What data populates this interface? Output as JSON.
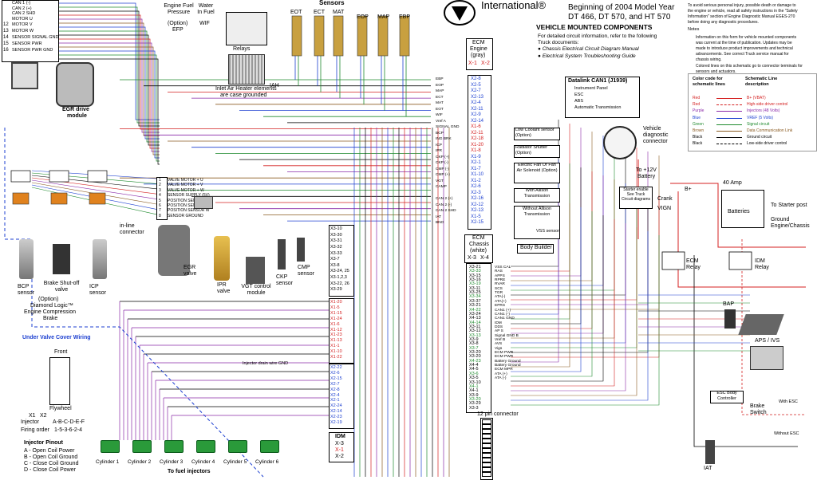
{
  "colors": {
    "red": "#d42020",
    "blue": "#1c3fd0",
    "purple": "#8a2aa8",
    "green": "#1f8a2e",
    "brown": "#8a5a20",
    "orange": "#e0821e",
    "black": "#000000",
    "gray": "#888888"
  },
  "header": {
    "brand": "International®",
    "model_line1": "Beginning of 2004 Model Year",
    "model_line2": "DT 466, DT 570, and HT 570",
    "vmc_title": "VEHICLE MOUNTED COMPONENTS",
    "vmc_desc1": "For detailed circuit information, refer to the following",
    "vmc_desc2": "Truck documents:",
    "doc1": "Chassis Electrical Circuit Diagram Manual",
    "doc2": "Electrical System Troubleshooting Guide",
    "sensors_title": "Sensors"
  },
  "top_connector": {
    "pins": [
      "12",
      "13",
      "14",
      "15",
      "16"
    ],
    "labels": [
      "MOTOR V",
      "MOTOR W",
      "SENSOR SIGNAL GND",
      "SENSOR PWR",
      "SENSOR PWR GND"
    ],
    "upper_labels": [
      "CAN 1 (-)",
      "CAN 2 (+)",
      "CAN 2 SHD",
      "MOTOR U"
    ]
  },
  "egr_module": {
    "label1": "EGR drive",
    "label2": "module"
  },
  "top_components": {
    "efp_label": "Engine Fuel Pressure",
    "efp_option": "(Option)",
    "efp": "EFP",
    "wif_label": "Water In Fuel",
    "wif": "WIF",
    "relays": "Relays",
    "iah_note1": "Inlet Air Heater elements",
    "iah_note2": "are case grounded",
    "iah": "IAH",
    "eot": "EOT",
    "ect": "ECT",
    "mat": "MAT",
    "eop": "EOP",
    "map": "MAP",
    "ebp": "EBP"
  },
  "ecm_engine": {
    "title1": "ECM",
    "title2": "Engine",
    "title3": "(gray)",
    "x1": "X-1",
    "x2": "X-2",
    "pins": [
      "X2-8",
      "X2-5",
      "X2-7",
      "X2-13",
      "X2-4",
      "X2-11",
      "X2-9",
      "X2-14",
      "X1-6",
      "X2-11",
      "X2-18",
      "X1-20",
      "X1-8",
      "X1-9",
      "X2-1",
      "X1-7",
      "X1-10",
      "X1-2",
      "X2-6",
      "X2-3",
      "X2-16",
      "X2-12",
      "X2-13",
      "X1-5",
      "X2-15"
    ],
    "signals": [
      "EBP",
      "EOP",
      "MAP",
      "ECT",
      "MAT",
      "EOT",
      "WIF",
      "Vref A",
      "SIGNAL GND",
      "BCP",
      "ING BRK",
      "ICP",
      "IPR",
      "CKP (+)",
      "CKP (-)",
      "CMP (-)",
      "CMP (+)",
      "VGT",
      "CAMP",
      "",
      "CAN 2 (+)",
      "CAN 2 (-)",
      "CAN 2 SHD",
      "IAT",
      "BNO"
    ]
  },
  "ecm_chassis": {
    "title1": "ECM",
    "title2": "Chassis",
    "title3": "(white)",
    "x3": "X-3",
    "x4": "X-4",
    "pins": [
      "X3-21",
      "X3-33",
      "X3-15",
      "X3-16",
      "X3-19",
      "X3-11",
      "X3-25",
      "X3-34",
      "X3-37",
      "X3-21",
      "X4-22",
      "X3-24",
      "X4-13",
      "X4-14",
      "X3-11",
      "X3-12",
      "X3-13",
      "X3-9",
      "X3-8",
      "X3-7",
      "X3-20",
      "X3-20",
      "X4-23",
      "X4-4",
      "X4-5",
      "X3-6",
      "X3-5",
      "X3-10",
      "X4-1",
      "X4-1",
      "X3-9",
      "X3-20",
      "X3-29",
      "X3-3"
    ],
    "signals": [
      "VSS CAL",
      "RAS",
      "APPS",
      "RPRE",
      "RVAR",
      "SCS",
      "TGR",
      "ATA(-)",
      "ATA(+)",
      "EPRS",
      "CAN1 (+)",
      "CAN1 (-)",
      "CAN1 GND",
      "IDM",
      "DDS",
      "AP S",
      "Signal GND B",
      "Vref B",
      "AVS",
      "Vigs",
      "ECM PWR",
      "ECM PWR",
      "Battery Ground",
      "Battery Ground",
      "ECM MPR",
      "ATA (+)",
      "ATA (-)",
      "",
      "",
      "",
      "",
      "",
      "",
      ""
    ]
  },
  "vmc": {
    "datalink": "Datalink  CAN1 (J1939)",
    "dl_items": [
      "Instrument Panel",
      "ESC",
      "ABS",
      "Automatic Transmission"
    ],
    "diag": "Vehicle diagnostic connector",
    "battery_12v": "To +12V Battery",
    "low_coolant": "Low Coolant sensor (Option)",
    "radiator": "Radiator Shutter (Option)",
    "electric_fan": "Electric Fan Or Fan Air Solenoid (Option)",
    "allison": "With Allison Transmission",
    "without_allison": "Without Allison Transmission",
    "vss": "VSS sensor",
    "body_builder": "Body Builder",
    "starter_note": "Starter enable See Truck Circuit diagrams",
    "crank": "Crank",
    "vign": "VIGN",
    "bplus": "B+",
    "amp40": "40 Amp",
    "batteries": "Batteries",
    "to_starter": "To Starter post",
    "ground_engine": "Ground Engine/Chassis",
    "ecm_relay": "ECM Relay",
    "idm_relay": "IDM Relay",
    "bap": "BAP",
    "aps_ivs": "APS / IVS",
    "esc": "ESC Body Controller",
    "brake_switch": "Brake Switch",
    "with_esc": "With ESC",
    "without_esc": "Without ESC",
    "iat": "IAT"
  },
  "right_notes": {
    "warn1": "To avoid serious personal injury, possible death or damage to",
    "warn2": "the engine or vehicle, read all safety instructions in the \"Safety",
    "warn3": "Information\" section of Engine Diagnostic Manual EGES-270",
    "warn4": "before doing any diagnostic procedures.",
    "notes_title": "Notes",
    "n1": "Information on this form for vehicle mounted components",
    "n1b": "was current at the time of publication. Updates may be",
    "n1c": "made to introduce product improvements and technical",
    "n1d": "advancements. See correct Truck service manual for",
    "n1e": "chassis wiring.",
    "n2": "Colored lines on this schematic go to connector terminals for",
    "n2b": "sensors and actuators.",
    "legend_col1": "Color code for schematic lines",
    "legend_col2": "Schematic Line description",
    "legend": [
      {
        "color": "Red",
        "desc": "B+ (VBAT)"
      },
      {
        "color": "Red",
        "desc": "High-side driver control"
      },
      {
        "color": "Purple",
        "desc": "Injectors (48 Volts)"
      },
      {
        "color": "Blue",
        "desc": "VREF (5 Volts)"
      },
      {
        "color": "Green",
        "desc": "Signal circuit"
      },
      {
        "color": "Brown",
        "desc": "Data Communication Link"
      },
      {
        "color": "Black",
        "desc": "Ground circuit"
      },
      {
        "color": "Black",
        "desc": "Low-side driver control"
      }
    ]
  },
  "egr": {
    "connector_label": "in-line connector",
    "valve_labels": [
      "VALVE MOTOR + U",
      "VALVE MOTOR + V",
      "VALVE MOTOR + W",
      "SENSOR SUPPLY (5V)",
      "POSITION SENSOR U",
      "POSITION SENSOR V",
      "POSITION SENSOR W",
      "SENSOR GROUND"
    ],
    "valve_pins": [
      "1",
      "2",
      "3",
      "4",
      "5",
      "6",
      "7",
      "8"
    ],
    "egr_valve": "EGR valve",
    "ipr": "IPR valve",
    "vgt": "VGT control module",
    "ckp": "CKP sensor",
    "cmp": "CMP sensor"
  },
  "left_bottom": {
    "bcp": "BCP sensor",
    "brake_shutoff": "Brake Shut-off valve",
    "icp": "ICP sensor",
    "option": "(Option)",
    "diamond": "Diamond Logic™",
    "engine_comp": "Engine Compression",
    "brake": "Brake",
    "uvcw": "Under Valve Cover Wiring",
    "front": "Front",
    "flywheel": "Flywheel",
    "x1": "X1",
    "x2": "X2",
    "injector": "Injector",
    "injector_letters": "A-B-C-D-E-F",
    "firing": "Firing order",
    "firing_val": "1-5-3-6-2-4",
    "pinout_title": "Injector Pinout",
    "pinout": [
      "A - Open Coil Power",
      "B - Open Coil Ground",
      "C - Close Coil Ground",
      "D - Close Coil Power"
    ],
    "cylinders": [
      "Cylinder 1",
      "Cylinder 2",
      "Cylinder 3",
      "Cylinder 4",
      "Cylinder 5",
      "Cylinder 6"
    ],
    "to_injectors": "To fuel injectors",
    "drain_note": "Injector drain wire GND"
  },
  "idm": {
    "title": "IDM",
    "x3": "X-3",
    "x1": "X-1",
    "x2": "X-2",
    "x3_pins": [
      "X3-10",
      "X3-30",
      "X3-31",
      "X3-32",
      "X3-33",
      "X3-7",
      "X3-8",
      "X3-24, 25",
      "X3-1,2,3",
      "X3-22, 26",
      "X3-29"
    ],
    "x1_pins": [
      "X1-20",
      "X1-5",
      "X1-15",
      "X1-24",
      "X1-6",
      "X1-12",
      "X1-23",
      "X1-13",
      "X1-1",
      "X1-10",
      "X1-22"
    ],
    "x2_pins": [
      "X2-22",
      "X2-6",
      "X2-15",
      "X2-7",
      "X2-8",
      "X2-4",
      "X2-1",
      "X2-24",
      "X2-14",
      "X2-23",
      "X2-19"
    ],
    "connector12": "12 pin connector"
  }
}
